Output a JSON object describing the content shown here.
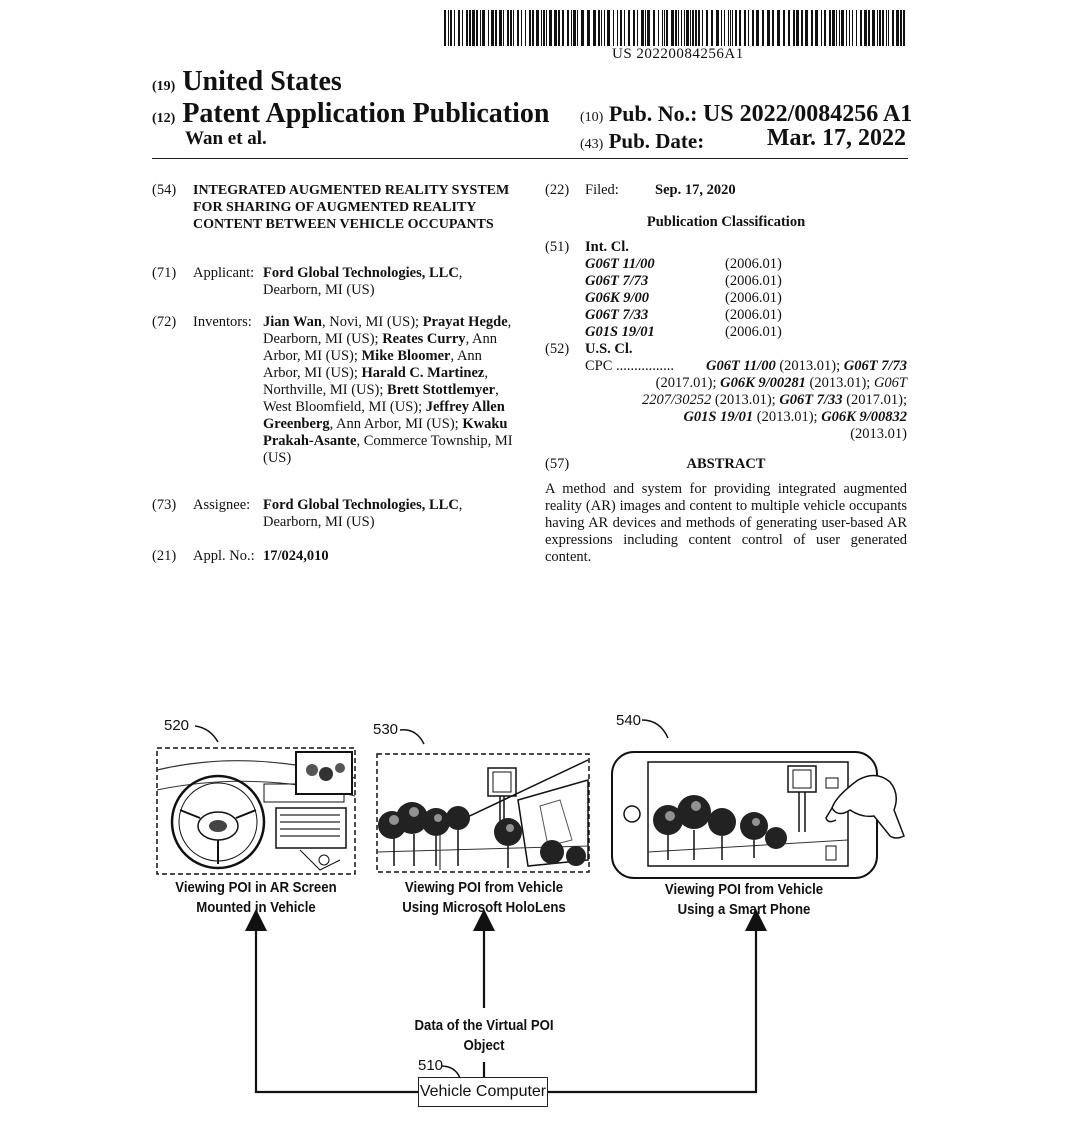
{
  "header": {
    "barcode_number": "US 20220084256A1",
    "code_19": "(19)",
    "country": "United States",
    "code_12": "(12)",
    "pub_type": "Patent Application Publication",
    "inventor_short": "Wan et al.",
    "code_10": "(10)",
    "pub_no_label": "Pub. No.:",
    "pub_no": "US 2022/0084256 A1",
    "code_43": "(43)",
    "pub_date_label": "Pub. Date:",
    "pub_date": "Mar. 17, 2022"
  },
  "left": {
    "code_54": "(54)",
    "title": "INTEGRATED AUGMENTED REALITY SYSTEM FOR SHARING OF AUGMENTED REALITY CONTENT BETWEEN VEHICLE OCCUPANTS",
    "code_71": "(71)",
    "applicant_label": "Applicant:",
    "applicant_name": "Ford Global Technologies, LLC",
    "applicant_loc": "Dearborn, MI (US)",
    "code_72": "(72)",
    "inventors_label": "Inventors:",
    "inventors": [
      {
        "name": "Jian Wan",
        "loc": ", Novi, MI (US); "
      },
      {
        "name": "Prayat Hegde",
        "loc": ", Dearborn, MI (US); "
      },
      {
        "name": "Reates Curry",
        "loc": ", Ann Arbor, MI (US); "
      },
      {
        "name": "Mike Bloomer",
        "loc": ", Ann Arbor, MI (US); "
      },
      {
        "name": "Harald C. Martinez",
        "loc": ", Northville, MI (US); "
      },
      {
        "name": "Brett Stottlemyer",
        "loc": ", West Bloomfield, MI (US); "
      },
      {
        "name": "Jeffrey Allen Greenberg",
        "loc": ", Ann Arbor, MI (US); "
      },
      {
        "name": "Kwaku Prakah-Asante",
        "loc": ", Commerce Township, MI (US)"
      }
    ],
    "code_73": "(73)",
    "assignee_label": "Assignee:",
    "assignee_name": "Ford Global Technologies, LLC",
    "assignee_loc": "Dearborn, MI (US)",
    "code_21": "(21)",
    "appl_label": "Appl. No.:",
    "appl_no": "17/024,010"
  },
  "right": {
    "code_22": "(22)",
    "filed_label": "Filed:",
    "filed_date": "Sep. 17, 2020",
    "pub_class_heading": "Publication Classification",
    "code_51": "(51)",
    "int_cl_label": "Int. Cl.",
    "int_cl": [
      {
        "code": "G06T 11/00",
        "ver": "(2006.01)"
      },
      {
        "code": "G06T 7/73",
        "ver": "(2006.01)"
      },
      {
        "code": "G06K 9/00",
        "ver": "(2006.01)"
      },
      {
        "code": "G06T 7/33",
        "ver": "(2006.01)"
      },
      {
        "code": "G01S 19/01",
        "ver": "(2006.01)"
      }
    ],
    "code_52": "(52)",
    "us_cl_label": "U.S. Cl.",
    "cpc_label": "CPC",
    "cpc_dots": "................",
    "cpc_lines": [
      [
        {
          "t": "G06T 11/00",
          "i": true
        },
        {
          "t": " (2013.01); ",
          "i": false
        },
        {
          "t": "G06T 7/73",
          "i": true
        }
      ],
      [
        {
          "t": "(2017.01); ",
          "i": false
        },
        {
          "t": "G06K 9/00281",
          "i": true
        },
        {
          "t": " (2013.01); ",
          "i": false
        },
        {
          "t": "G06T",
          "i": "light"
        }
      ],
      [
        {
          "t": "2207/30252",
          "i": "light"
        },
        {
          "t": " (2013.01); ",
          "i": false
        },
        {
          "t": "G06T 7/33",
          "i": true
        },
        {
          "t": " (2017.01);",
          "i": false
        }
      ],
      [
        {
          "t": "G01S 19/01",
          "i": true
        },
        {
          "t": " (2013.01); ",
          "i": false
        },
        {
          "t": "G06K 9/00832",
          "i": true
        }
      ],
      [
        {
          "t": "(2013.01)",
          "i": false
        }
      ]
    ],
    "code_57": "(57)",
    "abstract_heading": "ABSTRACT",
    "abstract_text": "A method and system for providing integrated augmented reality (AR) images and content to multiple vehicle occupants having AR devices and methods of generating user-based AR expressions including content control of user generated content."
  },
  "figure": {
    "ref_520": "520",
    "ref_530": "530",
    "ref_540": "540",
    "ref_510": "510",
    "label_520_line1": "Viewing POI in AR Screen",
    "label_520_line2": "Mounted in Vehicle",
    "label_530_line1": "Viewing POI from Vehicle",
    "label_530_line2": "Using Microsoft HoloLens",
    "label_540_line1": "Viewing POI from Vehicle",
    "label_540_line2": "Using a Smart Phone",
    "data_label_line1": "Data of the Virtual POI",
    "data_label_line2": "Object",
    "computer_label": "Vehicle Computer"
  }
}
